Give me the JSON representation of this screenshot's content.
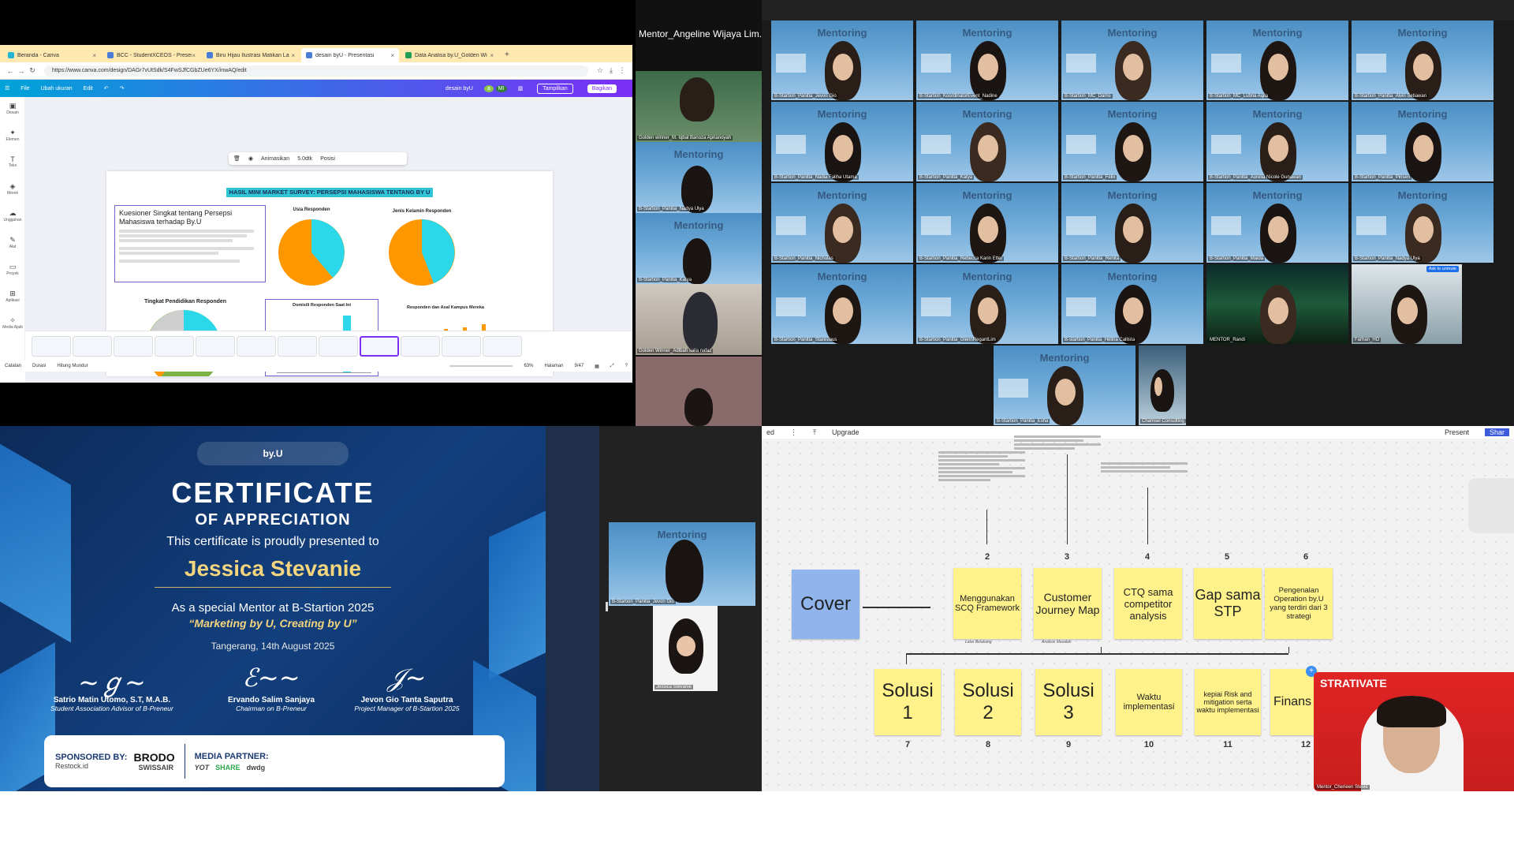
{
  "browser": {
    "tabs": [
      {
        "label": "Beranda - Canva",
        "color": "#23b5d3"
      },
      {
        "label": "BCC - StudentXCEOS - Presente",
        "color": "#4a7ed6"
      },
      {
        "label": "Biru Hijau Ilustrasi Matikan La",
        "color": "#4a7ed6"
      },
      {
        "label": "desain byU - Presentasi",
        "color": "#4a7ed6"
      },
      {
        "label": "Data Analisa by.U_Golden Wi",
        "color": "#1f9d55"
      }
    ],
    "new_tab": "+",
    "url": "https://www.canva.com/design/DAGr7vUtSdk/S4FwSJfCGbZUe6YX/inwAQ/edit"
  },
  "canva": {
    "menu": {
      "file": "File",
      "resize": "Ubah ukuran",
      "edit": "Edit",
      "title": "desain byU",
      "avatars": [
        "a",
        "MI"
      ],
      "present": "Tampilkan",
      "share": "Bagikan"
    },
    "rail": [
      "Desain",
      "Elemen",
      "Teks",
      "Merek",
      "Unggahan",
      "Alat",
      "Proyek",
      "Aplikasi",
      "Media Ajaib"
    ],
    "toolbar": {
      "animate": "Animasikan",
      "duration": "5.0dtk",
      "position": "Posisi"
    },
    "slide": {
      "title": "HASIL MINI MARKET SURVEY: PERSEPSI MAHASISWA TENTANG BY U",
      "box_title": "Kuesioner Singkat tentang Persepsi Mahasiswa terhadap By.U",
      "chart_titles": [
        "Usia Responden",
        "Jenis Kelamin Responden",
        "Tingkat Pendidikan Responden",
        "Domisili Responden Saat Ini",
        "Responden dan Asal Kampus Mereka"
      ]
    },
    "status": {
      "notes": "Catatan",
      "duration": "Durasi",
      "timer": "Hitung Mundur",
      "zoom": "63%",
      "pages_label": "Halaman",
      "page": "9/47"
    }
  },
  "strip": {
    "title": "Mentor_Angeline Wijaya Lim...",
    "tiles": [
      {
        "label": "Golden winner_M. Iqbal Banoza Aprianoyah"
      },
      {
        "label": "B-Startion_Panitia_Nadya Ulya"
      },
      {
        "label": "B-Startion_Panitia_Katya"
      },
      {
        "label": "Golden Winner_Adibah saila nafaz"
      },
      {
        "label": ""
      }
    ]
  },
  "gallery": {
    "watermark": "Mentoring",
    "unmute": "Ask to unmute",
    "tiles": [
      "B-Startion_Panitia_Jevon Gio",
      "B-Startion_KoordinatorEvent_Nadine",
      "B-Startion_MC_Darris",
      "B-Startion_MC_Lubna Aqila",
      "B-Startion_Panitia_Alvin Setiawan",
      "B-Startion_Panitia_Nadia Faliha Utama",
      "B-Startion_Panitia_Katya",
      "B-Startion_Panitia_Felix",
      "B-Startion_Panitia_Aurelia Nicole Gunawan",
      "B-Startion_Panitia_Pinsen",
      "B-Startion_Panitia_Nicholas",
      "B-Startion_Panitia_Rebecca Karin Etter",
      "B-Startion_Panitia_Renita",
      "B-Startion_Panitia_Maida",
      "B-Startion_Panitia_Nadya Ulya",
      "B-Startion_Panitia_Stanislaus",
      "B-Startion_Panitia_GlennRegantLim",
      "B-startion_Panitia_Helina Callista",
      "MENTOR_Randi",
      "Farhan_HO",
      "B-Startion_Panitia_Esha",
      "Chamsel Consulting_Alaia"
    ]
  },
  "certificate": {
    "logos": "by.U",
    "title": "CERTIFICATE",
    "subtitle": "OF APPRECIATION",
    "presented": "This certificate is proudly presented to",
    "name": "Jessica Stevanie",
    "role": "As a special Mentor at B-Startion 2025",
    "theme": "“Marketing by U, Creating by U”",
    "date": "Tangerang, 14th August 2025",
    "signatures": [
      {
        "name": "Satrio Matin Utomo, S.T, M.A.B.",
        "role": "Student Association Advisor of B-Preneur"
      },
      {
        "name": "Ervando Salim Sanjaya",
        "role": "Chairman on B-Preneur"
      },
      {
        "name": "Jevon Gio Tanta Saputra",
        "role": "Project Manager of B-Startion 2025"
      }
    ],
    "sponsored_by": "SPONSORED BY:",
    "sponsors": [
      "BRODO",
      "SWISSAIR",
      "Restock.id"
    ],
    "media_partner": "MEDIA PARTNER:",
    "media": [
      "YOT",
      "SHARE",
      "dwdg"
    ]
  },
  "mid": {
    "tiles": [
      {
        "label": "B-Startion_Panitia_Jevon Gio"
      },
      {
        "label": "Jessica Stevanie"
      }
    ]
  },
  "whiteboard": {
    "topbar": {
      "left": "ed",
      "upgrade": "Upgrade",
      "present": "Present",
      "share": "Shar"
    },
    "cover": "Cover",
    "stickies": [
      {
        "num": "2",
        "text": "Menggunakan SCQ Framework"
      },
      {
        "num": "3",
        "text": "Customer Journey Map"
      },
      {
        "num": "4",
        "text": "CTQ sama competitor analysis"
      },
      {
        "num": "5",
        "text": "Gap sama STP"
      },
      {
        "num": "6",
        "text": "Pengenalan Operation by.U yang terdiri dari 3 strategi"
      }
    ],
    "row2": [
      {
        "num": "7",
        "text": "Solusi 1"
      },
      {
        "num": "8",
        "text": "Solusi 2"
      },
      {
        "num": "9",
        "text": "Solusi 3"
      },
      {
        "num": "10",
        "text": "Waktu implementasi"
      },
      {
        "num": "11",
        "text": "kepiai Risk and mitigation serta waktu implementasi"
      },
      {
        "num": "12",
        "text": "Finans"
      }
    ],
    "under_labels": [
      "Latar Belakang",
      "Analisis Masalah"
    ],
    "presenter": {
      "title": "STRATIVATE",
      "label": "Mentor_Cherieen Stevie"
    }
  }
}
